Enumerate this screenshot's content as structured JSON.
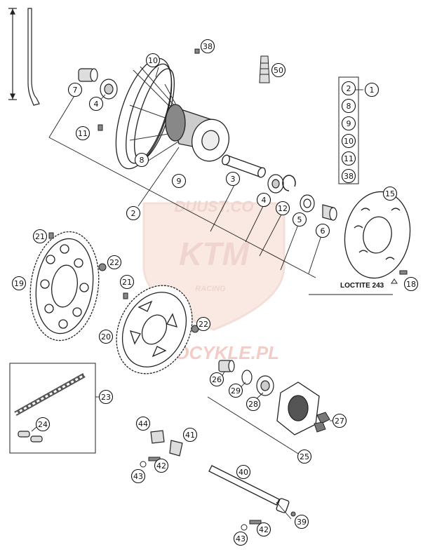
{
  "watermark": {
    "brand": "KTM",
    "racing": "RACING",
    "top": "DUUST.CO",
    "site": "MOTOCYKLE.PL"
  },
  "loctite_label": "LOCTITE 243",
  "kit_items": [
    "2",
    "8",
    "9",
    "10",
    "11",
    "38"
  ],
  "kit_label": "1",
  "callouts": [
    {
      "id": "c10a",
      "label": "10"
    },
    {
      "id": "c38a",
      "label": "38"
    },
    {
      "id": "c50",
      "label": "50"
    },
    {
      "id": "c7",
      "label": "7"
    },
    {
      "id": "c4a",
      "label": "4"
    },
    {
      "id": "c11",
      "label": "11"
    },
    {
      "id": "c8",
      "label": "8"
    },
    {
      "id": "c9",
      "label": "9"
    },
    {
      "id": "c3",
      "label": "3"
    },
    {
      "id": "c15",
      "label": "15"
    },
    {
      "id": "c2",
      "label": "2"
    },
    {
      "id": "c4b",
      "label": "4"
    },
    {
      "id": "c12",
      "label": "12"
    },
    {
      "id": "c5",
      "label": "5"
    },
    {
      "id": "c6",
      "label": "6"
    },
    {
      "id": "c21a",
      "label": "21"
    },
    {
      "id": "c22a",
      "label": "22"
    },
    {
      "id": "c19",
      "label": "19"
    },
    {
      "id": "c21b",
      "label": "21"
    },
    {
      "id": "c22b",
      "label": "22"
    },
    {
      "id": "c18",
      "label": "18"
    },
    {
      "id": "c20",
      "label": "20"
    },
    {
      "id": "c26",
      "label": "26"
    },
    {
      "id": "c29",
      "label": "29"
    },
    {
      "id": "c28",
      "label": "28"
    },
    {
      "id": "c23",
      "label": "23"
    },
    {
      "id": "c27",
      "label": "27"
    },
    {
      "id": "c24",
      "label": "24"
    },
    {
      "id": "c25",
      "label": "25"
    },
    {
      "id": "c44",
      "label": "44"
    },
    {
      "id": "c41",
      "label": "41"
    },
    {
      "id": "c42a",
      "label": "42"
    },
    {
      "id": "c43a",
      "label": "43"
    },
    {
      "id": "c40",
      "label": "40"
    },
    {
      "id": "c39",
      "label": "39"
    },
    {
      "id": "c42b",
      "label": "42"
    },
    {
      "id": "c43b",
      "label": "43"
    }
  ]
}
